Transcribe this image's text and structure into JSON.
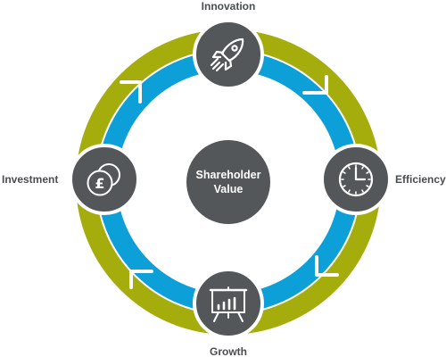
{
  "center": {
    "line1": "Shareholder",
    "line2": "Value"
  },
  "nodes": {
    "innovation": {
      "label": "Innovation",
      "icon": "rocket-icon"
    },
    "efficiency": {
      "label": "Efficiency",
      "icon": "clock-icon"
    },
    "growth": {
      "label": "Growth",
      "icon": "presentation-chart-icon"
    },
    "investment": {
      "label": "Investment",
      "icon": "pound-coins-icon"
    }
  },
  "colors": {
    "outer_ring": "#a5ad0c",
    "inner_ring": "#0d9fd8",
    "node_fill": "#545759",
    "label_text": "#4a4d50",
    "arrow": "#ffffff"
  }
}
